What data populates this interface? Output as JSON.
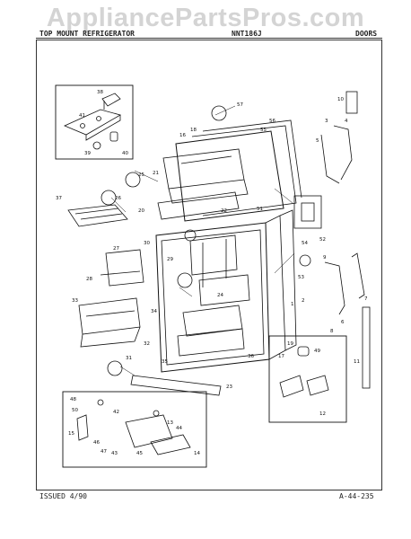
{
  "watermark": "AppliancePartsPros.com",
  "header": {
    "left": "TOP MOUNT REFRIGERATOR",
    "model": "NNT186J",
    "section": "DOORS"
  },
  "footer": {
    "issued": "ISSUED 4/90",
    "page_code": "A-44-235"
  },
  "callouts": [
    "1",
    "2",
    "3",
    "4",
    "5",
    "6",
    "7",
    "8",
    "9",
    "10",
    "11",
    "12",
    "13",
    "14",
    "15",
    "16",
    "17",
    "18",
    "19",
    "20",
    "21",
    "22",
    "23",
    "24",
    "25",
    "26",
    "27",
    "28",
    "29",
    "30",
    "31",
    "32",
    "33",
    "34",
    "35",
    "36",
    "37",
    "38",
    "39",
    "40",
    "41",
    "42",
    "43",
    "44",
    "45",
    "46",
    "47",
    "48",
    "49",
    "50",
    "51",
    "52",
    "53",
    "54",
    "55",
    "56",
    "57"
  ]
}
